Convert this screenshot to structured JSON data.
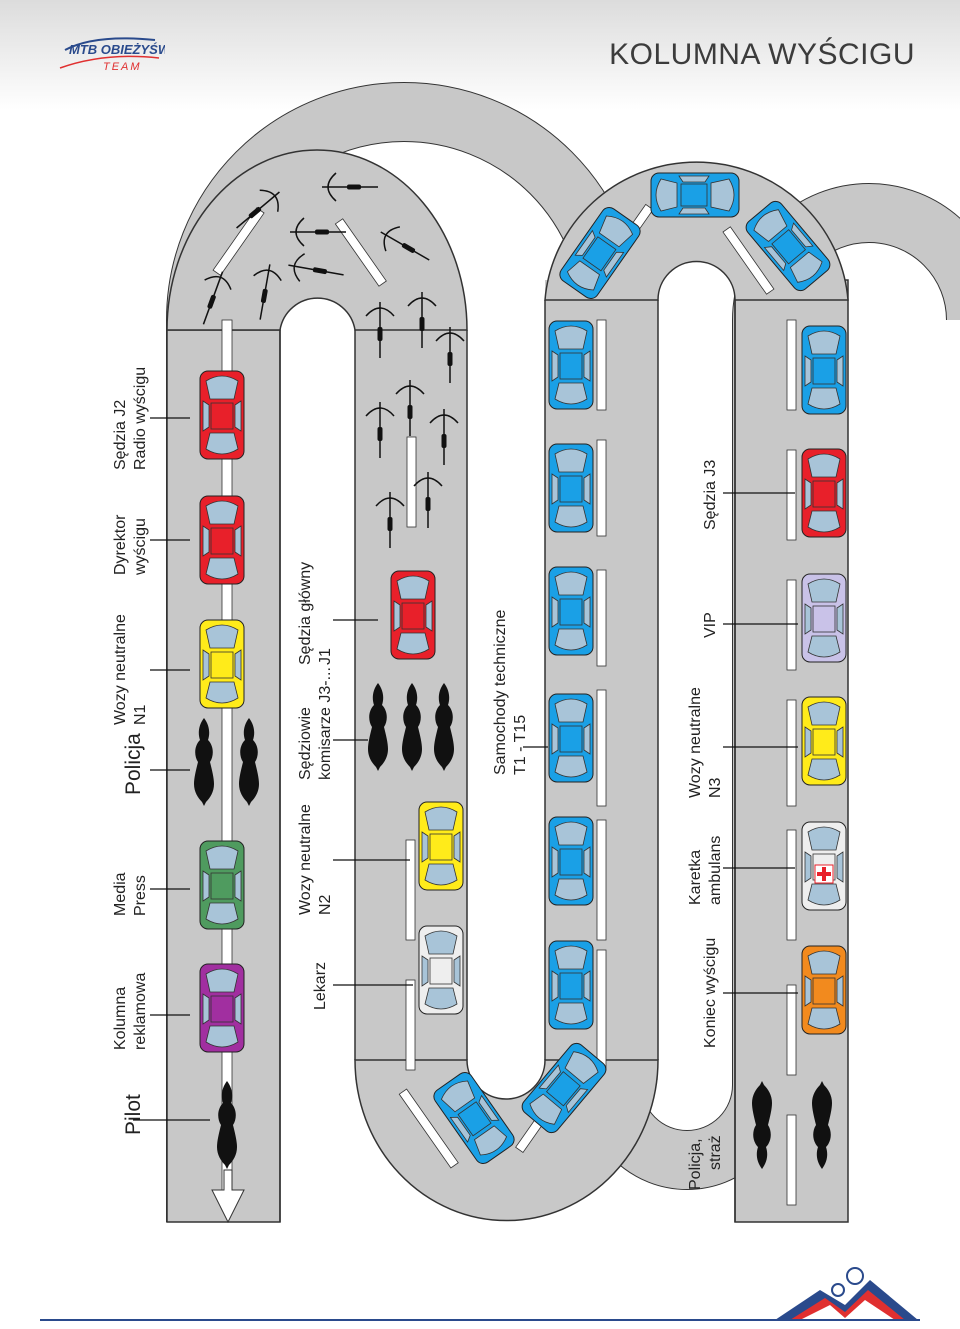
{
  "header": {
    "title": "KOLUMNA WYŚCIGU",
    "logo_text": "MTB OBIEŻYŚWIAT",
    "logo_subtext": "TEAM"
  },
  "colors": {
    "road": "#c8c8c8",
    "road_edge": "#333333",
    "red": "#e8202a",
    "yellow": "#ffeb1a",
    "green": "#4f9b5f",
    "purple": "#a12fa0",
    "blue": "#1aa0e6",
    "lavender": "#c9c2e8",
    "white": "#eeeeee",
    "orange": "#f28a1e",
    "window": "#a8c4d8"
  },
  "labels": {
    "pilot": "Pilot",
    "kolumna": [
      "Kolumna",
      "reklamowa"
    ],
    "media": [
      "Media",
      "Press"
    ],
    "policja": "Policja",
    "neutral_n1": [
      "Wozy neutralne",
      "N1"
    ],
    "dyrektor": [
      "Dyrektor",
      "wyścigu"
    ],
    "sedzia_j2": [
      "Sędzia J2",
      "Radio wyścigu"
    ],
    "lekarz": "Lekarz",
    "neutral_n2": [
      "Wozy neutralne",
      "N2"
    ],
    "sedziowie": [
      "Sędziowie",
      "komisarze J3-..."
    ],
    "sedzia_glowny": [
      "Sędzia główny",
      "J1"
    ],
    "tech": [
      "Samochody techniczne",
      "T1 - T15"
    ],
    "policja_straz": [
      "Policja,",
      "straż"
    ],
    "koniec": "Koniec wyścigu",
    "karetka": [
      "Karetka",
      "ambulans"
    ],
    "neutral_n3": [
      "Wozy neutralne",
      "N3"
    ],
    "vip": "VIP",
    "sedzia_j3": "Sędzia J3"
  }
}
